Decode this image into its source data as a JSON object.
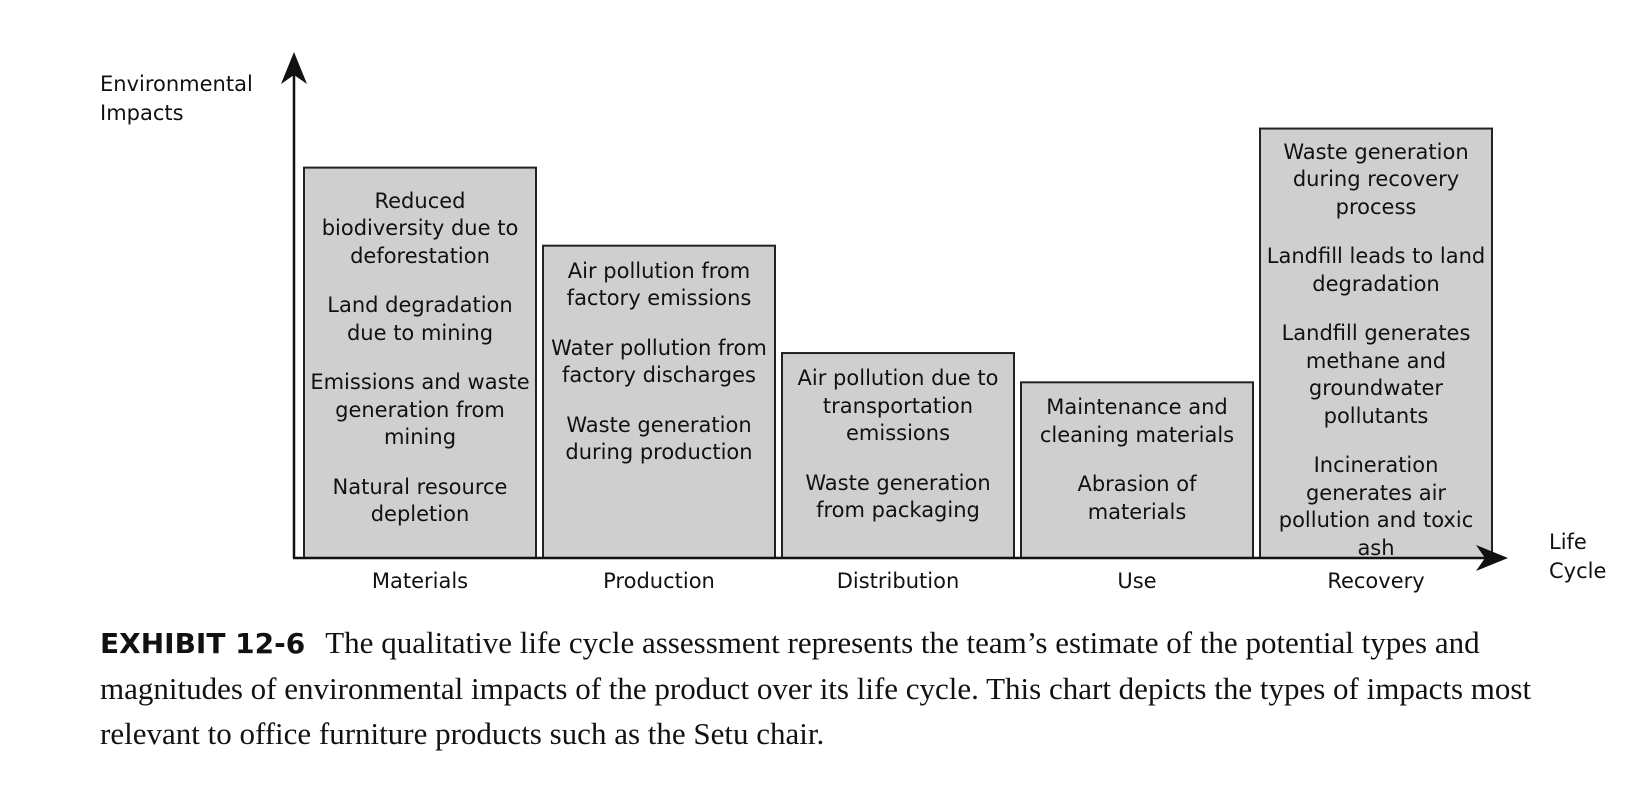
{
  "chart_data": {
    "type": "bar",
    "ylabel_lines": [
      "Environmental",
      "Impacts"
    ],
    "xlabel_lines": [
      "Life",
      "Cycle"
    ],
    "categories": [
      "Materials",
      "Production",
      "Distribution",
      "Use",
      "Recovery"
    ],
    "values": [
      4.0,
      3.2,
      2.1,
      1.8,
      4.4
    ],
    "ylim": [
      0,
      5
    ],
    "grid": false,
    "legend": "none",
    "bar_color": "#cfcfcf",
    "annotations": [
      [
        "Reduced biodiversity due to deforestation",
        "Land degradation due to mining",
        "Emissions and waste generation from mining",
        "Natural resource depletion"
      ],
      [
        "Air pollution from factory emissions",
        "Water pollution from factory discharges",
        "Waste generation during production"
      ],
      [
        "Air pollution due to transportation emissions",
        "Waste generation from packaging"
      ],
      [
        "Maintenance and cleaning materials",
        "Abrasion of materials"
      ],
      [
        "Waste generation during recovery process",
        "Landfill leads to land degradation",
        "Landfill generates methane and groundwater pollutants",
        "Incineration generates air pollution and toxic ash"
      ]
    ]
  },
  "caption": {
    "label": "EXHIBIT 12-6",
    "text": "The qualitative life cycle assessment represents the team’s estimate of the potential types and magnitudes of environmental impacts of the product over its life cycle. This chart depicts the types of impacts most relevant to office furniture products such as the Setu chair."
  }
}
